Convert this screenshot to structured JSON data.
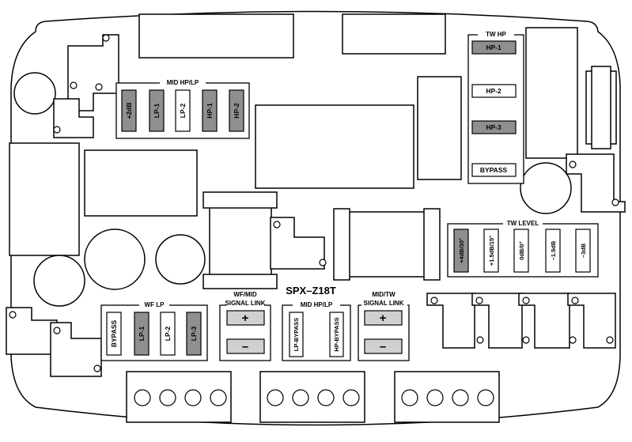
{
  "board_title": "SPX–Z18T",
  "tw_hp": {
    "label": "TW HP",
    "switches": [
      {
        "text": "HP-1",
        "active": true
      },
      {
        "text": "HP-2",
        "active": false
      },
      {
        "text": "HP-3",
        "active": true
      },
      {
        "text": "BYPASS",
        "active": false
      }
    ]
  },
  "mid_hplp_top": {
    "label": "MID HP/LP",
    "switches": [
      {
        "text": "+2dB",
        "active": true
      },
      {
        "text": "LP-1",
        "active": true
      },
      {
        "text": "LP-2",
        "active": false
      },
      {
        "text": "HP-1",
        "active": true
      },
      {
        "text": "HP-2",
        "active": true
      }
    ]
  },
  "tw_level": {
    "label": "TW LEVEL",
    "switches": [
      {
        "text": "+4dB/30°",
        "active": true
      },
      {
        "text": "+1.5dB/15°",
        "active": false
      },
      {
        "text": "0dB/0°",
        "active": false
      },
      {
        "text": "–1.5dB",
        "active": false
      },
      {
        "text": "–3dB",
        "active": false
      }
    ]
  },
  "wf_lp": {
    "label": "WF LP",
    "switches": [
      {
        "text": "BYPASS",
        "active": false
      },
      {
        "text": "LP-1",
        "active": true
      },
      {
        "text": "LP-2",
        "active": false
      },
      {
        "text": "LP-3",
        "active": true
      }
    ]
  },
  "wf_mid_link": {
    "label_line1": "WF/MID",
    "label_line2": "SIGNAL LINK",
    "plus": "+",
    "minus": "–"
  },
  "mid_hplp_bottom": {
    "label": "MID HP/LP",
    "switches": [
      {
        "text": "LP-BYPASS",
        "active": false
      },
      {
        "text": "HP-BYPASS",
        "active": false
      }
    ]
  },
  "mid_tw_link": {
    "label_line1": "MID/TW",
    "label_line2": "SIGNAL LINK",
    "plus": "+",
    "minus": "–"
  },
  "colors": {
    "active": "#8f8f8f",
    "link_button": "#d0d0d0",
    "outline": "#000000"
  }
}
